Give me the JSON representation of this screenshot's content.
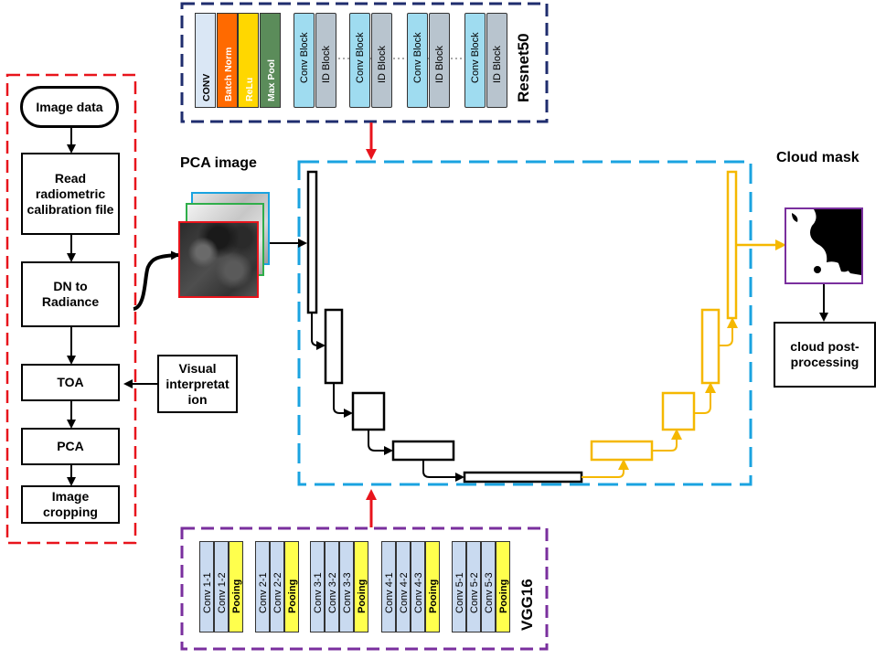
{
  "preprocessing": {
    "image_data": "Image data",
    "read_calibration": "Read radiometric calibration file",
    "dn_to_radiance": "DN to Radiance",
    "toa": "TOA",
    "pca": "PCA",
    "image_cropping": "Image cropping",
    "visual_interpretation": "Visual interpretat ion"
  },
  "labels": {
    "pca_image": "PCA image",
    "cloud_mask": "Cloud mask",
    "cloud_post_processing": "cloud post-processing"
  },
  "resnet50": {
    "name": "Resnet50",
    "stem": [
      {
        "label": "CONV",
        "color": "#dae7f5"
      },
      {
        "label": "Batch Norm",
        "color": "#ff6a00"
      },
      {
        "label": "ReLu",
        "color": "#ffd700"
      },
      {
        "label": "Max Pool",
        "color": "#5b8c5a"
      }
    ],
    "stages": [
      {
        "conv": "Conv Block",
        "id": "ID Block"
      },
      {
        "conv": "Conv Block",
        "id": "ID Block"
      },
      {
        "conv": "Conv Block",
        "id": "ID Block"
      },
      {
        "conv": "Conv Block",
        "id": "ID Block"
      }
    ]
  },
  "vgg16": {
    "name": "VGG16",
    "stages": [
      {
        "convs": [
          "Conv 1-1",
          "Conv 1-2"
        ],
        "pool": "Pooing"
      },
      {
        "convs": [
          "Conv 2-1",
          "Conv 2-2"
        ],
        "pool": "Pooing"
      },
      {
        "convs": [
          "Conv 3-1",
          "Conv 3-2",
          "Conv 3-3"
        ],
        "pool": "Pooing"
      },
      {
        "convs": [
          "Conv 4-1",
          "Conv 4-2",
          "Conv 4-3"
        ],
        "pool": "Pooing"
      },
      {
        "convs": [
          "Conv 5-1",
          "Conv 5-2",
          "Conv 5-3"
        ],
        "pool": "Pooing"
      }
    ]
  },
  "colors": {
    "preprocess_border": "#e8141c",
    "resnet_border": "#1f2d6e",
    "vgg_border": "#7a2f9e",
    "unet_border": "#1aa3e0",
    "decoder": "#f5b800",
    "conv_blue": "#9fdcf0",
    "id_gray": "#b8c4ce",
    "vgg_conv": "#c9daf0",
    "vgg_pool": "#ffff4d",
    "red_arrow": "#e8141c"
  }
}
